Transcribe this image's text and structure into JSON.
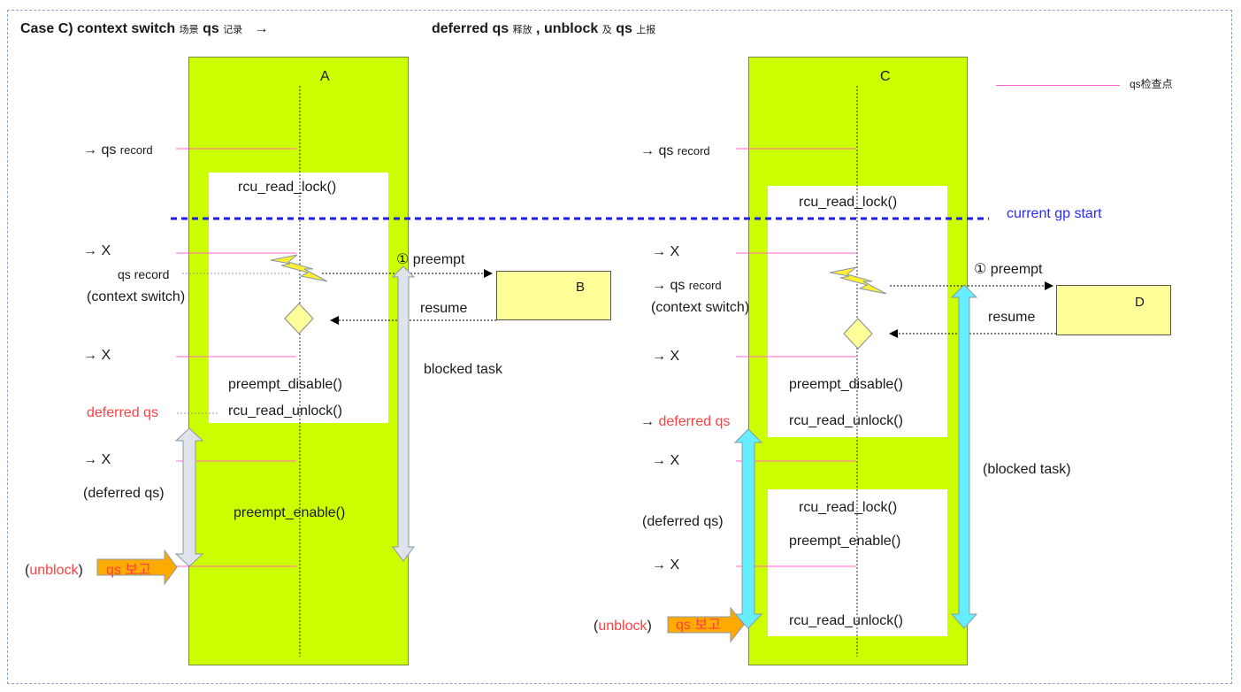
{
  "title": {
    "part1": "Case C) context switch",
    "part1_cn": "场景",
    "qs1": "qs",
    "part2_cn": "记录",
    "arrow": "→",
    "part3": "deferred qs",
    "part3_cn": "释放",
    "part4": ", unblock",
    "part4_cn": "及",
    "qs2": "qs",
    "part5_cn": "上报"
  },
  "legend": {
    "label": "qs检查点",
    "color": "#ff66cc"
  },
  "colors": {
    "column": "#ccff00",
    "task": "#ffff99",
    "arrow_gray": "#e0e4ea",
    "arrow_cyan": "#66eeff",
    "gp_line": "#1a1aff",
    "qs_check": "#ff66cc",
    "orange": "#ffaa00"
  },
  "left": {
    "column_label": "A",
    "task_label": "B",
    "qs_record_arrow": "→ qs",
    "qs_record_small": "record",
    "x1": "→ X",
    "qs_record2": "qs record",
    "context_switch": "(context switch)",
    "x2": "→ X",
    "deferred_qs": "deferred qs",
    "x3": "→ X",
    "deferred_qs_paren": "(deferred qs)",
    "unblock": "unblock",
    "paren_open": "(",
    "paren_close": ")",
    "qs_report": "qs 보고",
    "box": [
      "rcu_read_lock()",
      "preempt_disable()",
      "rcu_read_unlock()"
    ],
    "preempt_enable": "preempt_enable()",
    "preempt": "① preempt",
    "resume": "resume",
    "blocked": "blocked task"
  },
  "right": {
    "column_label": "C",
    "task_label": "D",
    "qs_record_arrow": "→ qs",
    "qs_record_small": "record",
    "x1": "→ X",
    "qs_record2_arrow": "→ qs",
    "qs_record2_small": "record",
    "context_switch": "(context switch)",
    "x2": "→ X",
    "deferred_arrow": "→",
    "deferred_qs": "deferred qs",
    "x3": "→ X",
    "deferred_qs_paren": "(deferred qs)",
    "x4": "→ X",
    "unblock": "unblock",
    "paren_open": "(",
    "paren_close": ")",
    "qs_report": "qs 보고",
    "box1": [
      "rcu_read_lock()",
      "preempt_disable()",
      "rcu_read_unlock()"
    ],
    "box2": [
      "rcu_read_lock()",
      "preempt_enable()",
      "rcu_read_unlock()"
    ],
    "gp_start": "current gp start",
    "preempt": "① preempt",
    "resume": "resume",
    "blocked": "(blocked task)"
  }
}
